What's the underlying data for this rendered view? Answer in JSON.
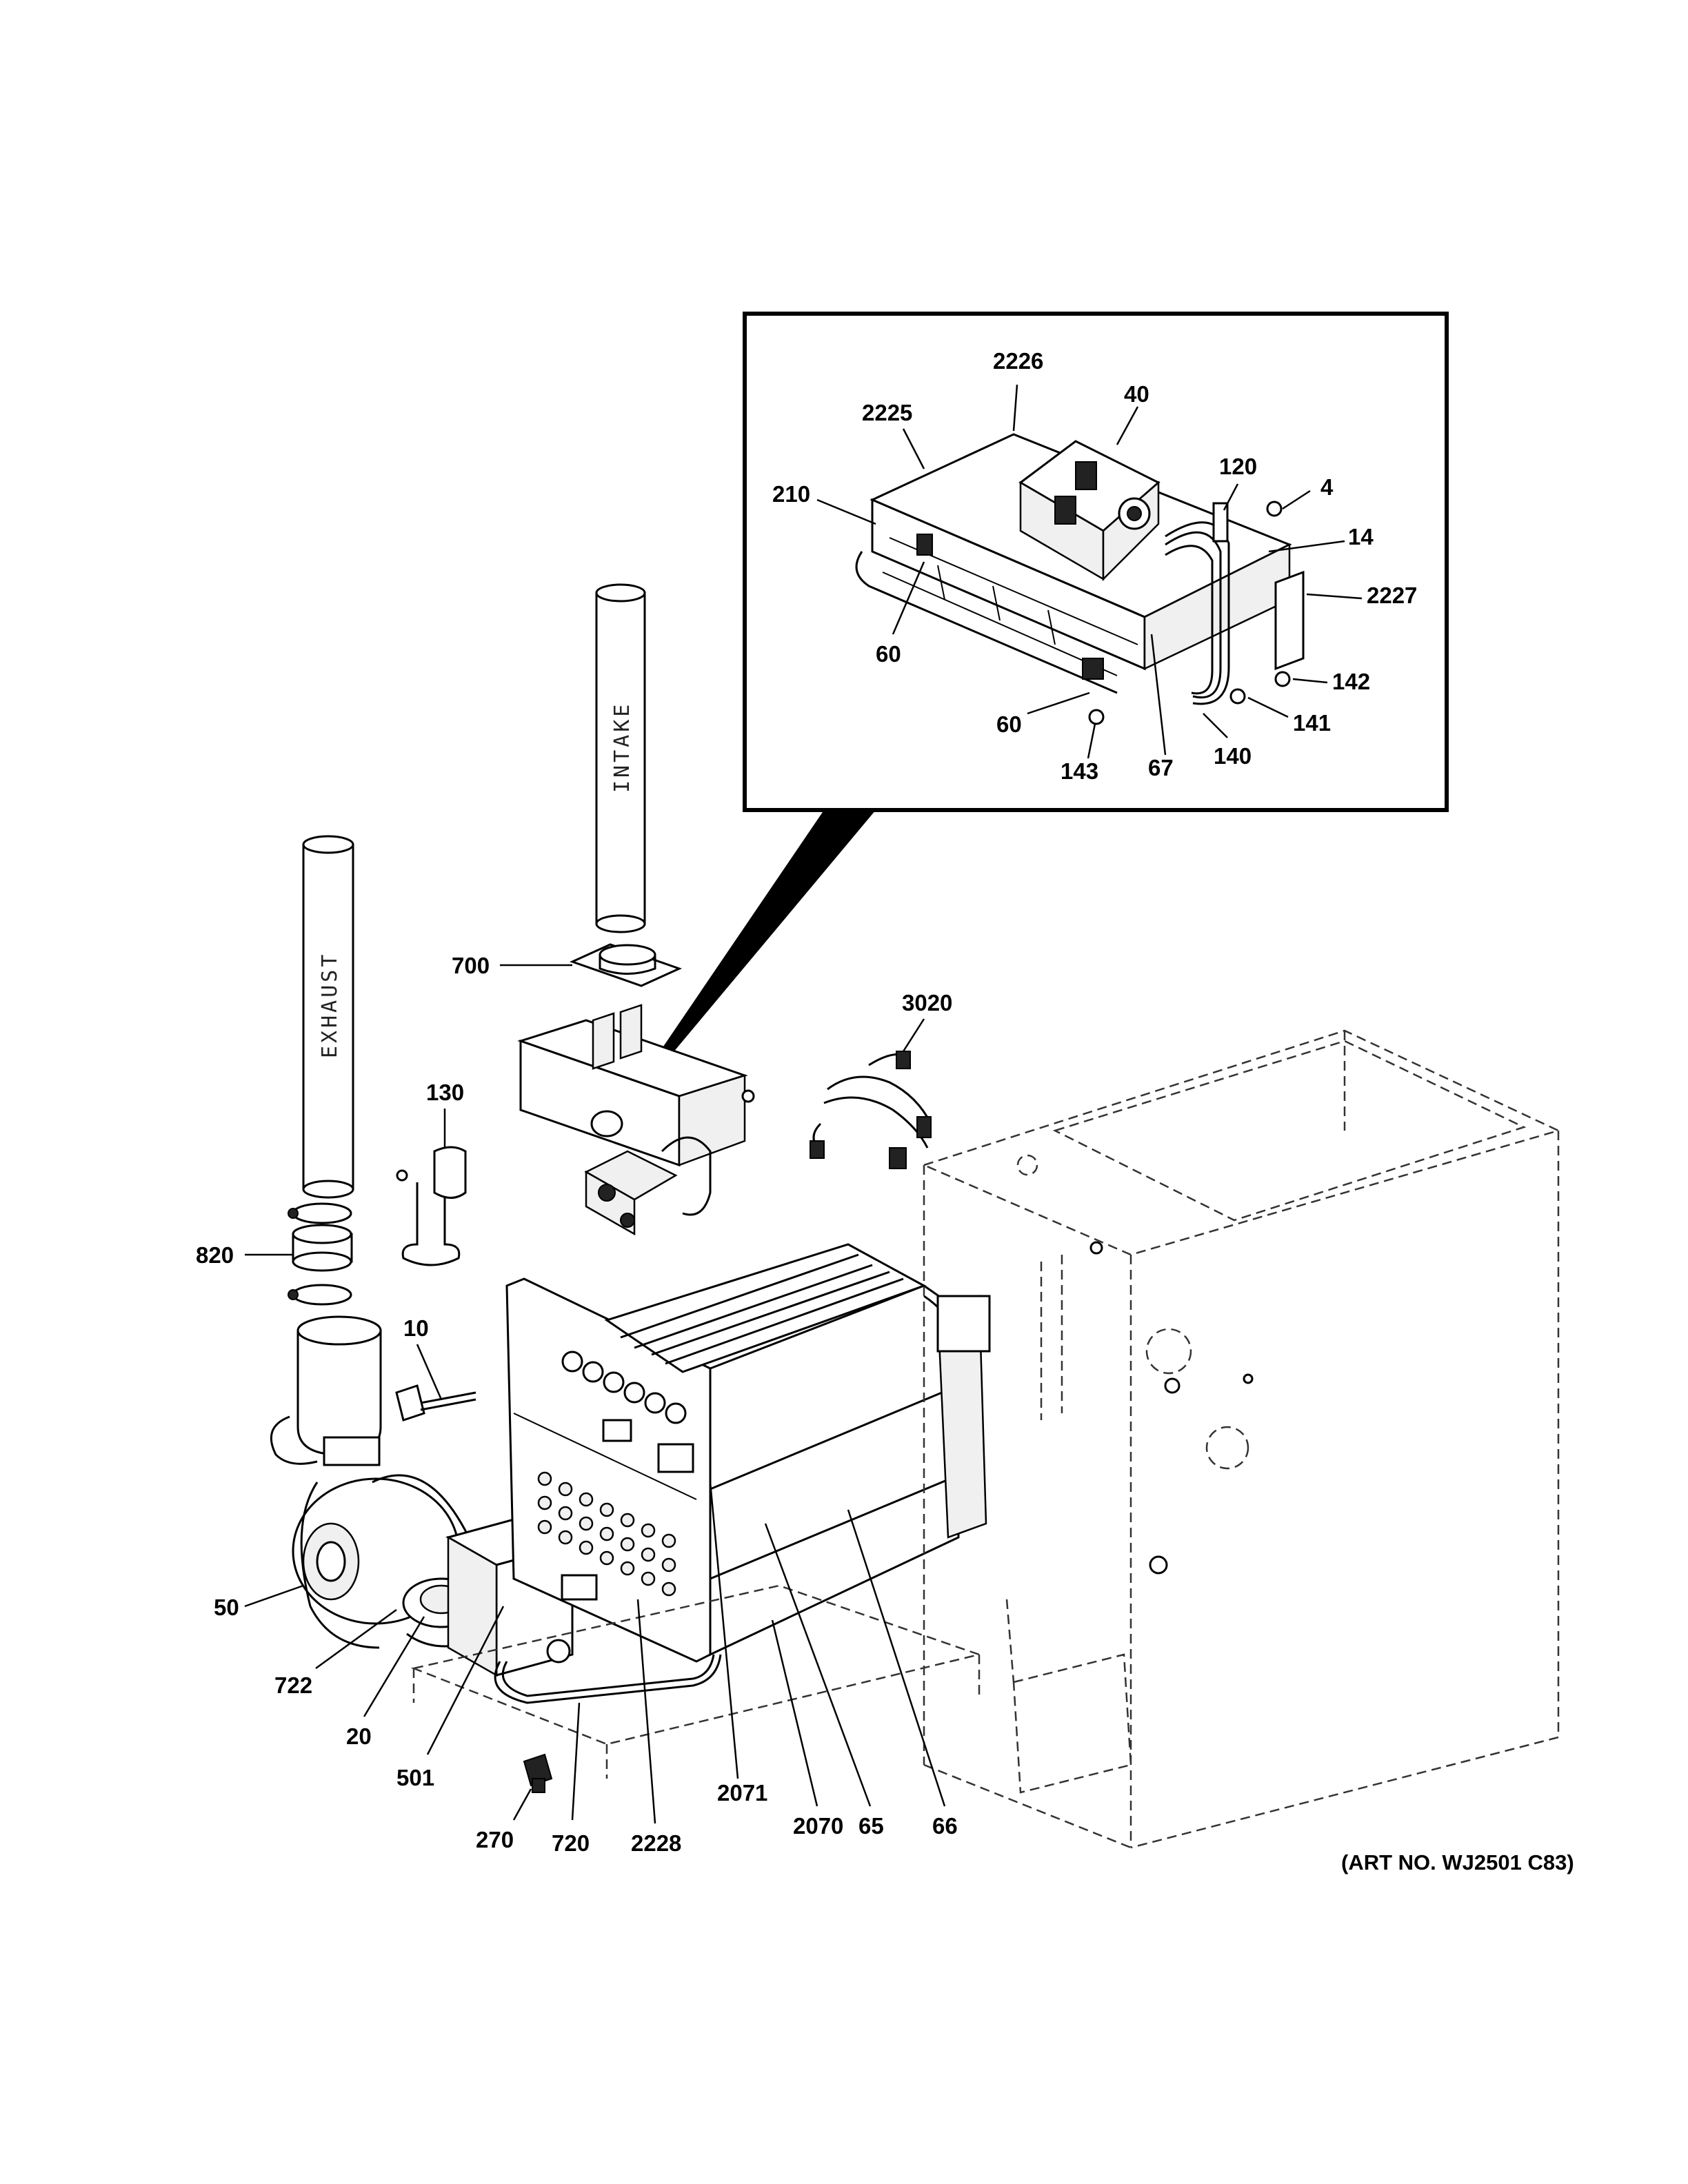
{
  "labels": {
    "inset": {
      "p2226": "2226",
      "p40": "40",
      "p2225": "2225",
      "p120": "120",
      "p210": "210",
      "p4": "4",
      "p14": "14",
      "p2227": "2227",
      "p60a": "60",
      "p142": "142",
      "p141": "141",
      "p60b": "60",
      "p143": "143",
      "p67": "67",
      "p140": "140"
    },
    "main": {
      "p700": "700",
      "p3020": "3020",
      "p130": "130",
      "p820": "820",
      "p10": "10",
      "p50": "50",
      "p722": "722",
      "p20": "20",
      "p501": "501",
      "p270": "270",
      "p720": "720",
      "p2228": "2228",
      "p2071": "2071",
      "p2070": "2070",
      "p65": "65",
      "p66": "66"
    }
  },
  "pipes": {
    "intake": "INTAKE",
    "exhaust": "EXHAUST"
  },
  "art_number": "(ART NO. WJ2501 C83)"
}
